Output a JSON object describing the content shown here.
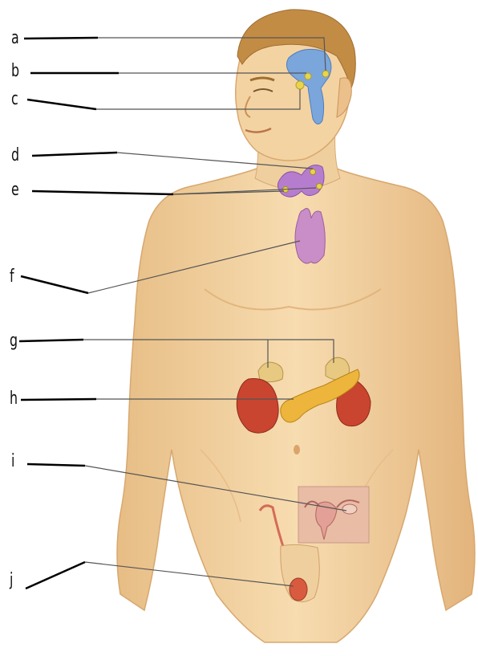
{
  "diagram": {
    "labels": [
      {
        "id": "a",
        "text": "a"
      },
      {
        "id": "b",
        "text": "b"
      },
      {
        "id": "c",
        "text": "c"
      },
      {
        "id": "d",
        "text": "d"
      },
      {
        "id": "e",
        "text": "e"
      },
      {
        "id": "f",
        "text": "f"
      },
      {
        "id": "g",
        "text": "g"
      },
      {
        "id": "h",
        "text": "h"
      },
      {
        "id": "i",
        "text": "i"
      },
      {
        "id": "j",
        "text": "j"
      }
    ]
  },
  "colors": {
    "skin": "#f2cf9c",
    "skin_shade": "#e0b27a",
    "hair": "#c9924a",
    "brain_region": "#6f9ed9",
    "pineal": "#e6d24a",
    "parathyroid_thyroid": "#b07ac8",
    "thymus": "#c98bc6",
    "kidney": "#c8432e",
    "adrenal": "#e3c37a",
    "pancreas": "#eab13a",
    "ovary_inset_bg": "#e8b9a4",
    "testis": "#d9573c",
    "leader_line": "#555555"
  }
}
